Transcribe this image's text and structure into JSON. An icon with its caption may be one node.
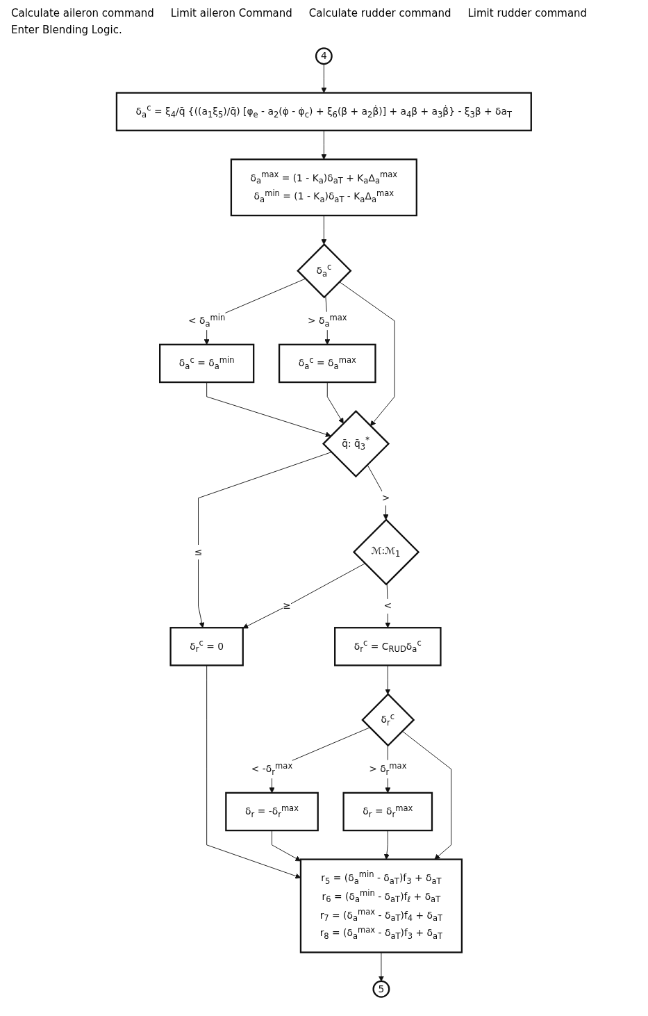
{
  "diagram": {
    "nodes": [
      {
        "text": [
          "4"
        ]
      },
      {
        "text": [
          "δ$_{a}$$^{c}$ = ξ$_{4}$/q̄ {((a$_{1}$ξ$_{5}$)/q̄) [φ$_{e}$ - a$_{2}$(φ̇ - φ̇$_{c}$) + ξ$_{6}$(β + a$_{2}$β̇)] + a$_{4}$β + a$_{3}$β̇} - ξ$_{3}$β + δa$_{T}$"
        ]
      },
      {
        "text": [
          "δ$_{a}$$^{max}$ = (1 - K$_{a}$)δ$_{aT}$ + K$_{a}$Δ$_{a}$$^{max}$",
          "δ$_{a}$$^{min}$ = (1 - K$_{a}$)δ$_{aT}$ - K$_{a}$Δ$_{a}$$^{max}$"
        ]
      },
      {
        "text": [
          "δ$_{a}$$^{c}$"
        ]
      },
      {
        "text": [
          "δ$_{a}$$^{c}$ = δ$_{a}$$^{min}$"
        ]
      },
      {
        "text": [
          "δ$_{a}$$^{c}$ = δ$_{a}$$^{max}$"
        ]
      },
      {
        "text": [
          "q̄: q̄$_{3}$$^{*}$"
        ]
      },
      {
        "text": [
          "ℳ:ℳ$_{1}$"
        ]
      },
      {
        "text": [
          "δ$_{r}$$^{c}$ = 0"
        ]
      },
      {
        "text": [
          "δ$_{r}$$^{c}$ = C$_{RUD}$δ$_{a}$$^{c}$"
        ]
      },
      {
        "text": [
          "δ$_{r}$$^{c}$"
        ]
      },
      {
        "text": [
          "δ$_{r}$ = -δ$_{r}$$^{max}$"
        ]
      },
      {
        "text": [
          "δ$_{r}$ = δ$_{r}$$^{max}$"
        ]
      },
      {
        "text": [
          "r$_{5}$ = (δ$_{a}$$^{min}$ - δ$_{aT}$)f$_{3}$ + δ$_{aT}$",
          "r$_{6}$ = (δ$_{a}$$^{min}$ - δ$_{aT}$)f$_{ℓ}$ + δ$_{aT}$",
          "r$_{7}$ = (δ$_{a}$$^{max}$ - δ$_{aT}$)f$_{4}$ + δ$_{aT}$",
          "r$_{8}$ = (δ$_{a}$$^{max}$ - δ$_{aT}$)f$_{3}$ + δ$_{aT}$"
        ]
      },
      {
        "text": [
          "5"
        ]
      }
    ],
    "edges": [
      {
        "from": 0,
        "to": 1,
        "arrow": "to"
      },
      {
        "from": 1,
        "to": 2,
        "arrow": "to"
      },
      {
        "from": 2,
        "to": 3,
        "arrow": "to"
      },
      {
        "from": 3,
        "to": 4,
        "arrow": "to",
        "label": "< δ$_{a}$$^{min}$"
      },
      {
        "from": 3,
        "to": 5,
        "arrow": "to",
        "label": "> δ$_{a}$$^{max}$"
      },
      {
        "from": 4,
        "to": 6,
        "arrow": "to"
      },
      {
        "from": 3,
        "to": 6,
        "arrow": "to"
      },
      {
        "from": 5,
        "to": 6,
        "arrow": "to"
      },
      {
        "from": 6,
        "to": 8,
        "arrow": "to",
        "label": "≤"
      },
      {
        "from": 6,
        "to": 7,
        "arrow": "to",
        "label": ">"
      },
      {
        "from": 7,
        "to": 8,
        "arrow": "to",
        "label": "≥"
      },
      {
        "from": 7,
        "to": 9,
        "arrow": "to",
        "label": "<"
      },
      {
        "from": 9,
        "to": 10,
        "arrow": "to"
      },
      {
        "from": 10,
        "to": 11,
        "arrow": "to",
        "label": "< -δ$_{r}$$^{max}$"
      },
      {
        "from": 10,
        "to": 12,
        "arrow": "to",
        "label": "> δ$_{r}$$^{max}$"
      },
      {
        "from": 11,
        "to": 13,
        "arrow": "to"
      },
      {
        "from": 10,
        "to": 13,
        "arrow": "to"
      },
      {
        "from": 12,
        "to": 13,
        "arrow": "to"
      },
      {
        "from": 8,
        "to": 13,
        "arrow": "to"
      },
      {
        "from": 13,
        "to": 14,
        "arrow": "to"
      }
    ],
    "labels": [
      "Calculate aileron command",
      "Limit aileron Command",
      "Calculate rudder command",
      "Limit rudder command",
      "Enter Blending Logic."
    ]
  }
}
